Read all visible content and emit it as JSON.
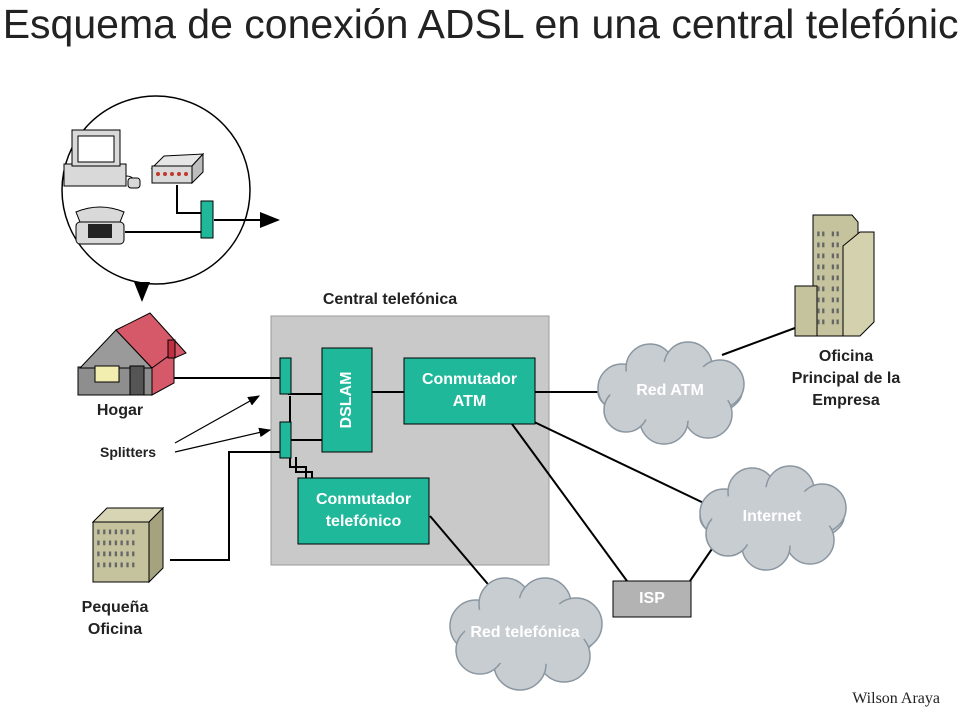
{
  "title": "Esquema de conexión ADSL en una central telefónica",
  "labels": {
    "central": "Central telefónica",
    "hogar": "Hogar",
    "splitters": "Splitters",
    "pequena_oficina": "Pequeña Oficina",
    "oficina_principal": "Oficina Principal de la Empresa"
  },
  "nodes": {
    "dslam": "DSLAM",
    "conmutador_atm": "Conmutador ATM",
    "conmutador_telefonico": "Conmutador telefónico",
    "isp": "ISP",
    "red_atm": "Red ATM",
    "internet": "Internet",
    "red_telefonica": "Red telefónica"
  },
  "credit": "Wilson Araya",
  "colors": {
    "teal": "#1fb89a",
    "central_bg": "#c9c9c9",
    "cloud": "#c8cdd2",
    "isp": "#b3b3b3",
    "building": "#c5c29e",
    "house_roof": "#d6596a",
    "house_wall": "#8e8e8e"
  }
}
